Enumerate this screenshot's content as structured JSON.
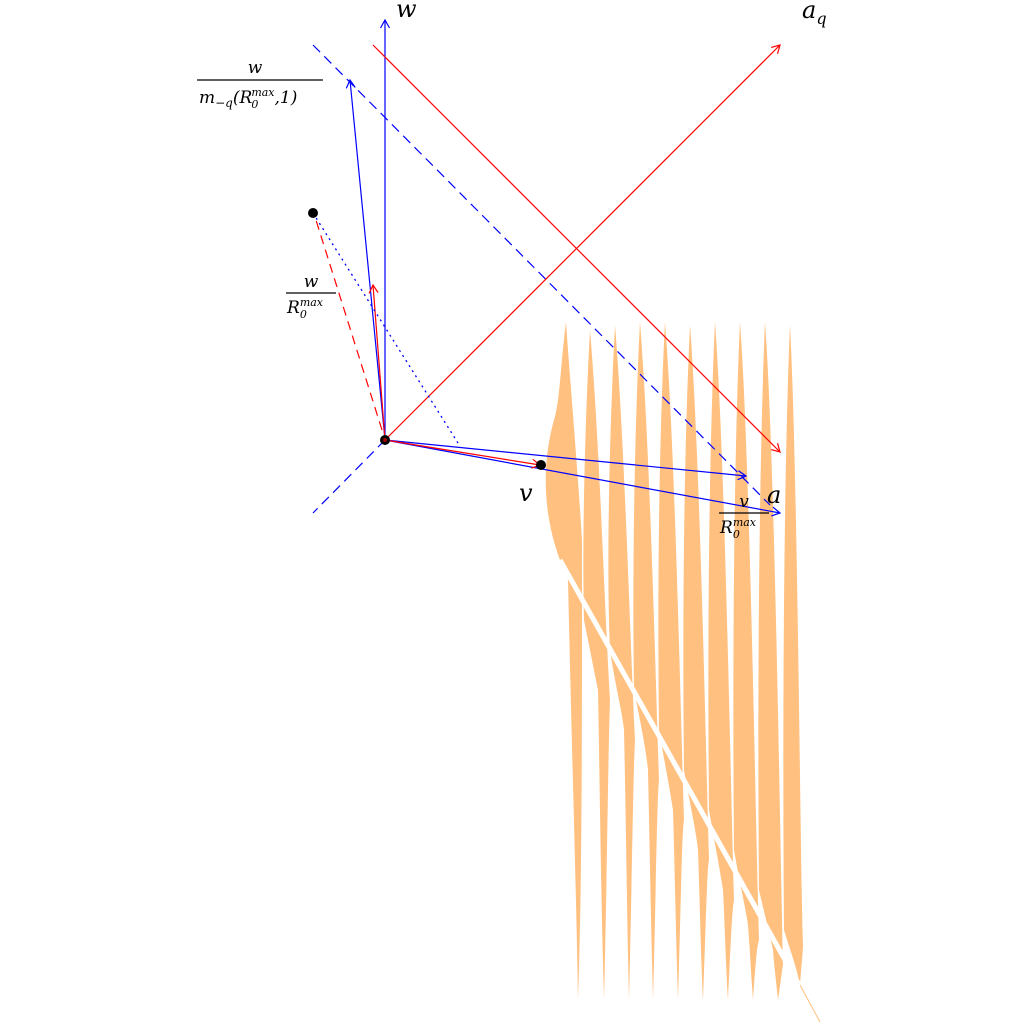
{
  "labels": {
    "w_axis": "w",
    "a_axis": "a",
    "aq_axis": "a",
    "aq_sub": "q",
    "v_point": "v",
    "frac1_num": "w",
    "frac1_den_m": "m",
    "frac1_den_sub": "−q",
    "frac1_den_open": "(R",
    "frac1_den_sup": "max",
    "frac1_den_sub0": "0",
    "frac1_den_close": ",1)",
    "frac2_num": "w",
    "frac2_den": "R",
    "frac2_den_sup": "max",
    "frac2_den_sub": "0",
    "frac3_num": "v",
    "frac3_den": "R",
    "frac3_den_sup": "max",
    "frac3_den_sub": "0"
  },
  "colors": {
    "blue": "#0000ff",
    "red": "#ff0000",
    "orange": "#ffc080",
    "black": "#000000"
  }
}
